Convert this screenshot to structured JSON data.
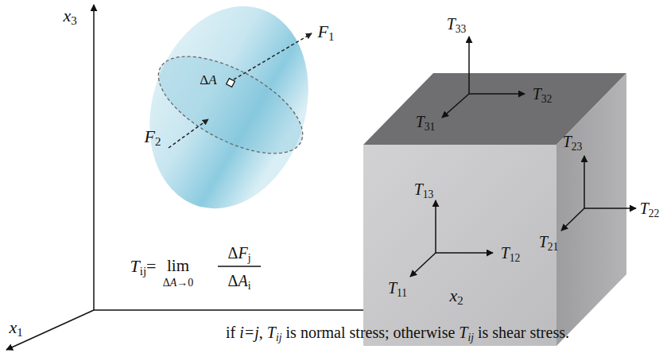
{
  "diagram": {
    "caption": "if i=j, Tij is normal stress; otherwise Tij is shear stress.",
    "labels": [
      "x3",
      "x2",
      "x1",
      "F1",
      "F2",
      "ΔA",
      "Tij=",
      "lim",
      "ΔA→0",
      "ΔFj",
      "ΔAi",
      "T33",
      "T32",
      "T31",
      "T13",
      "T12",
      "T11",
      "T23",
      "T22",
      "T21"
    ]
  }
}
